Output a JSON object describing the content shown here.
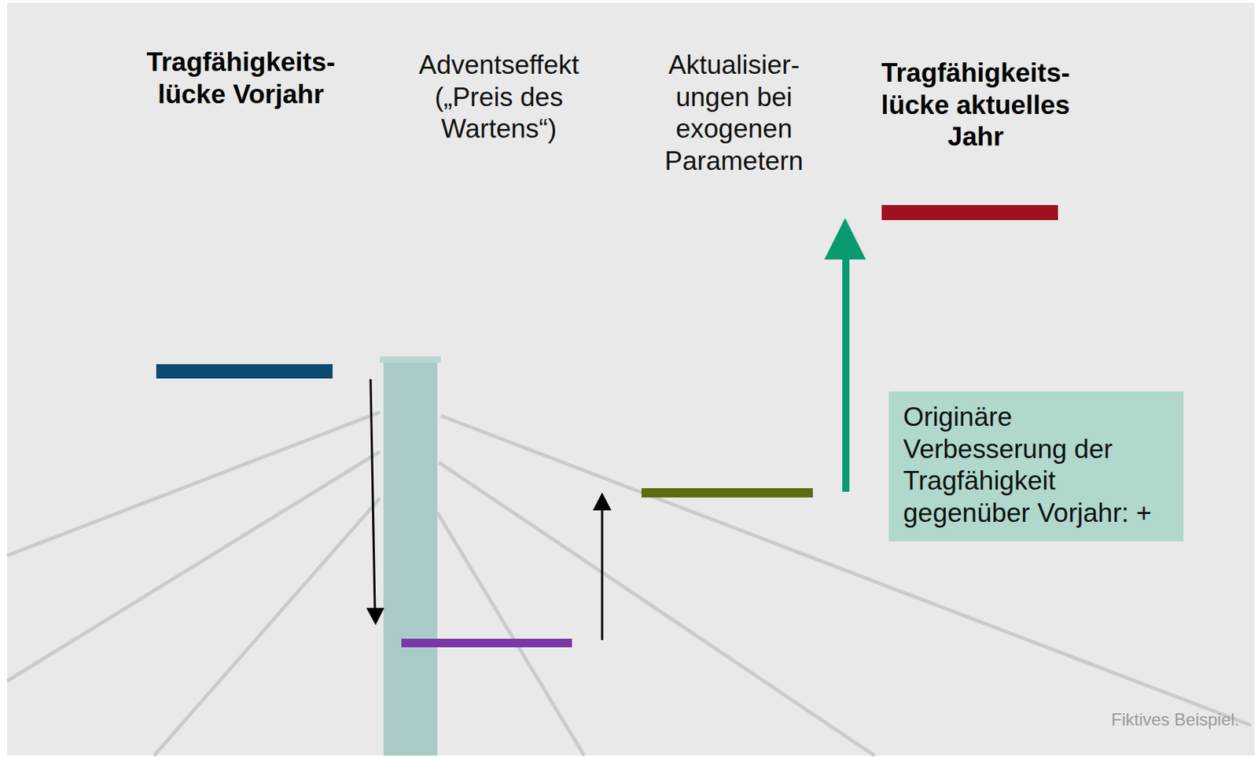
{
  "diagram": {
    "nodes": [
      {
        "text": [
          "Originäre Verbesserung der Tragfähigkeit gegenüber Vorjahr: +"
        ]
      }
    ],
    "labels": [
      "Tragfähigkeits- lücke Vorjahr",
      "Adventseffekt („Preis des Wartens“)",
      "Aktualisier- ungen bei exogenen Parametern",
      "Tragfähigkeits- lücke aktuelles Jahr",
      "Fiktives Beispiel."
    ]
  }
}
